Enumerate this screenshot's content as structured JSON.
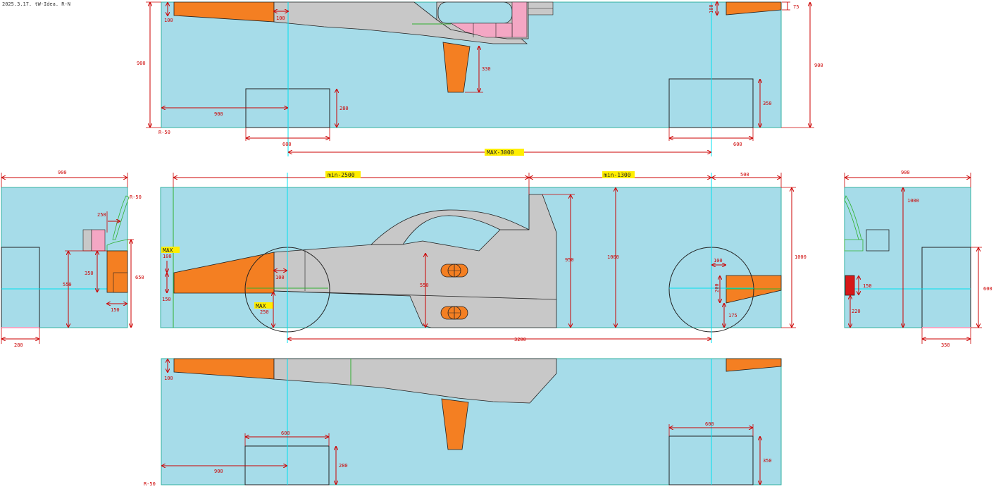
{
  "header": {
    "date_tag": "2025.3.17. tW-Idea. R-N"
  },
  "colors": {
    "background_panel": "#a6dce9",
    "body_grey": "#c8c8c8",
    "wing_orange": "#f47f22",
    "pod_pink": "#f4a7c4",
    "dim_red": "#cc0000",
    "center_cyan": "#00e0f0",
    "label_yellow": "#ffee00",
    "light_red": "#d61818",
    "green_line": "#30b030"
  },
  "top_view": {
    "d_100_left": "100",
    "d_100_mid": "100",
    "d_100_right": "100",
    "d_75": "75",
    "d_900_left": "900",
    "d_900_right": "900",
    "d_330": "330",
    "d_280": "280",
    "d_350": "350",
    "d_900_inner": "900",
    "d_600_left": "600",
    "d_600_right": "600",
    "radius": "R-50",
    "max_wheelbase": "MAX-3000"
  },
  "side_view": {
    "min_2500": "min-2500",
    "min_1300": "min-1300",
    "d_500": "500",
    "max_100": "MAX\n100",
    "max_100_top": "MAX",
    "max_100_bot": "100",
    "d_150": "150",
    "d_100_front": "100",
    "max_250_top": "MAX",
    "max_250_bot": "250",
    "d_550": "550",
    "d_950": "950",
    "d_1000_inner": "1000",
    "d_1000_outer": "1000",
    "d_100_rear": "100",
    "d_200": "200",
    "d_175": "175",
    "d_3200": "3200"
  },
  "front_view": {
    "d_900": "900",
    "radius": "R-50",
    "d_250": "250",
    "d_350": "350",
    "d_550": "550",
    "d_650": "650",
    "d_150": "150",
    "d_280": "280"
  },
  "rear_view": {
    "d_900": "900",
    "d_1000": "1000",
    "d_150": "150",
    "d_220": "220",
    "d_600": "600",
    "d_350": "350"
  },
  "bottom_view": {
    "d_100": "100",
    "d_600_left": "600",
    "d_600_right": "600",
    "d_280": "280",
    "d_350": "350",
    "d_900": "900",
    "radius": "R-50"
  }
}
